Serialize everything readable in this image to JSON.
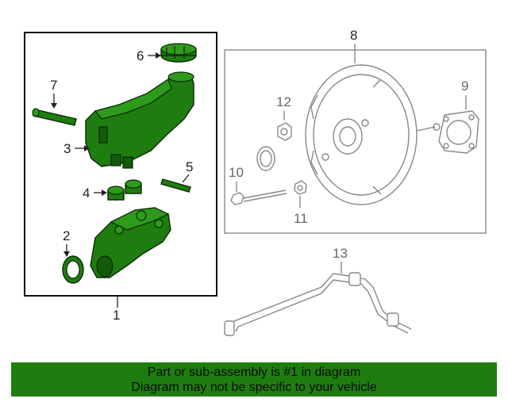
{
  "callouts": {
    "c1": "1",
    "c2": "2",
    "c3": "3",
    "c4": "4",
    "c5": "5",
    "c6": "6",
    "c7": "7",
    "c8": "8",
    "c9": "9",
    "c10": "10",
    "c11": "11",
    "c12": "12",
    "c13": "13"
  },
  "banner": {
    "line1": "Part or sub-assembly is #1 in diagram",
    "line2": "Diagram may not be specific to your vehicle"
  },
  "colors": {
    "highlight_green": "#1f7d10",
    "outline_gray": "#888888"
  }
}
